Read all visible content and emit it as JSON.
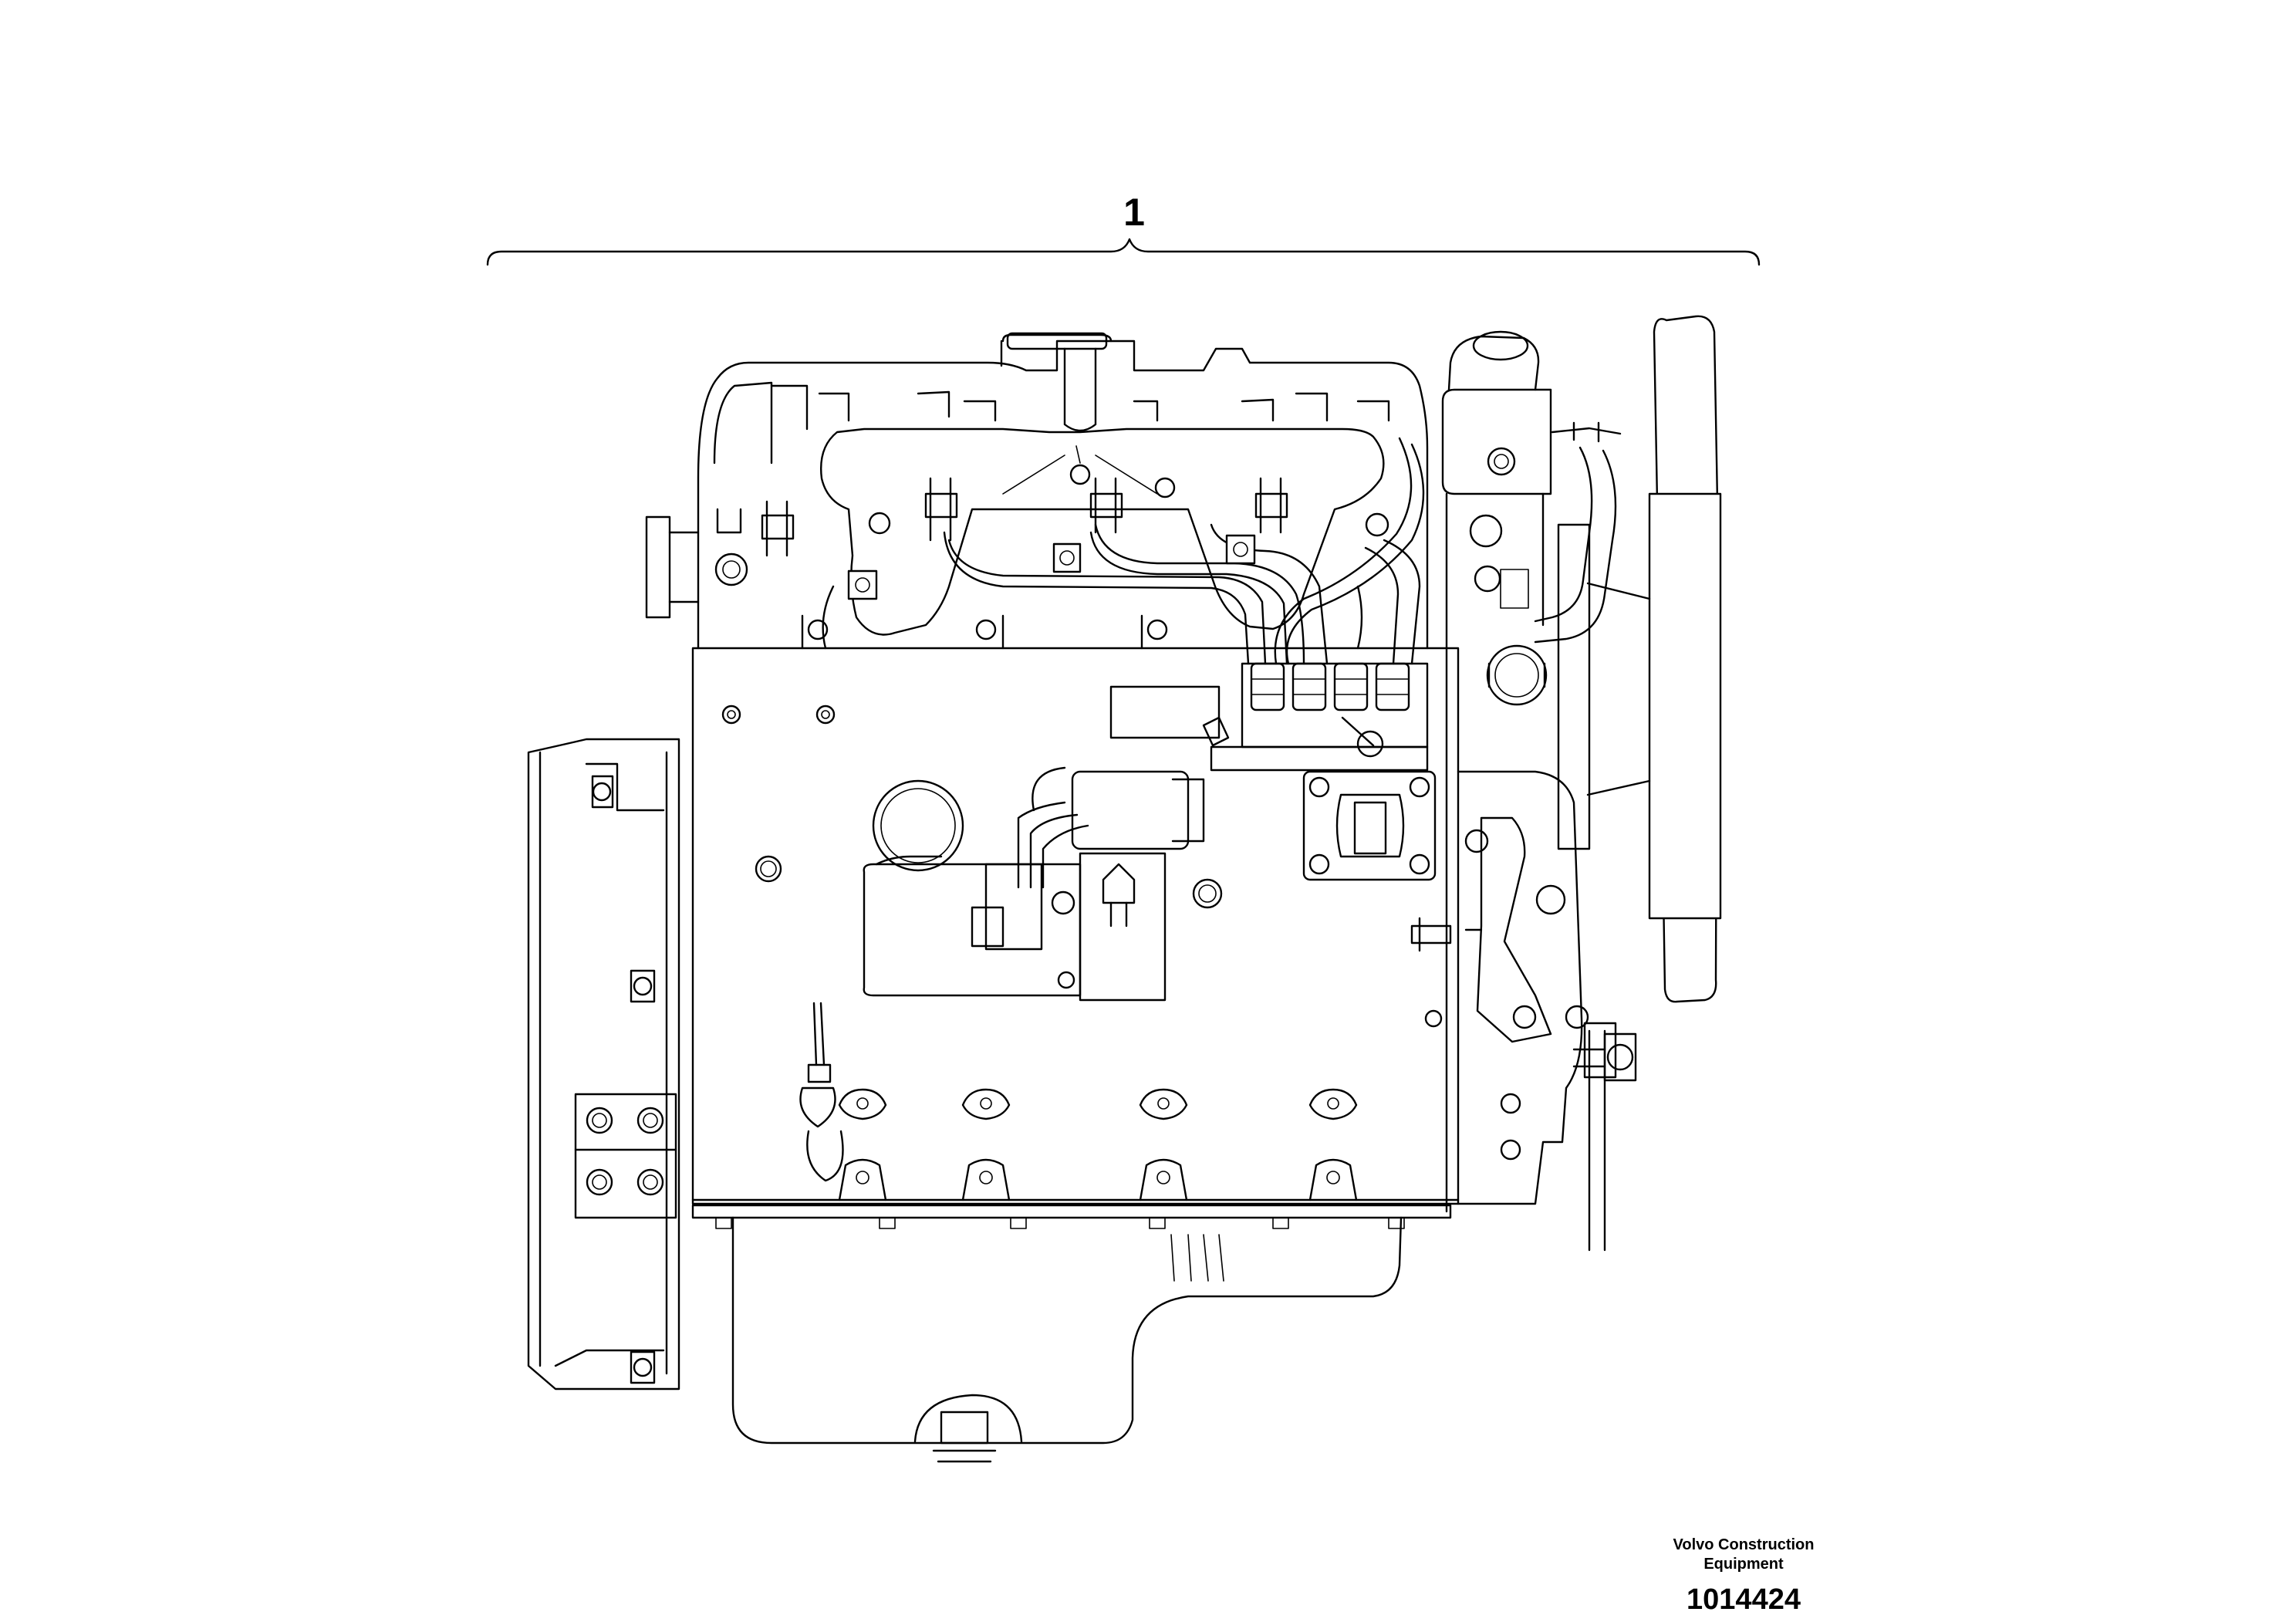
{
  "callout": {
    "label": "1"
  },
  "footer": {
    "company_line_1": "Volvo Construction",
    "company_line_2": "Equipment",
    "drawing_number": "1014424"
  }
}
